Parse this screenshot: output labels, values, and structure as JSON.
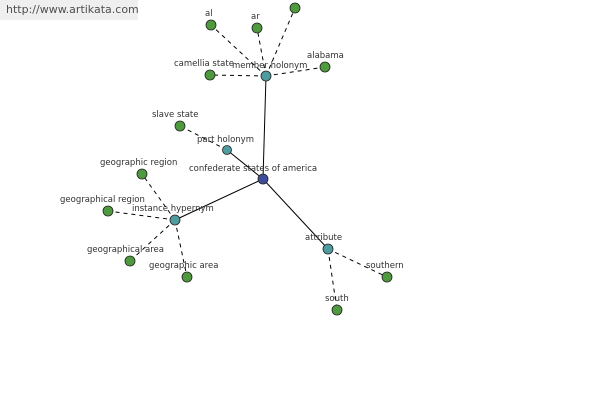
{
  "watermark": "http://www.artikata.com",
  "colors": {
    "leaf": "#4f9a3f",
    "relation": "#4f9c9e",
    "root": "#3d4d9a"
  },
  "nodes": [
    {
      "id": "root",
      "label": "confederate states of america",
      "kind": "root"
    },
    {
      "id": "member-holonym",
      "label": "member holonym",
      "kind": "relation"
    },
    {
      "id": "part-holonym",
      "label": "part holonym",
      "kind": "relation"
    },
    {
      "id": "instance-hypernym",
      "label": "instance hypernym",
      "kind": "relation"
    },
    {
      "id": "attribute",
      "label": "attribute",
      "kind": "relation"
    },
    {
      "id": "al",
      "label": "al",
      "kind": "leaf"
    },
    {
      "id": "ar",
      "label": "ar",
      "kind": "leaf"
    },
    {
      "id": "unlabeled",
      "label": "",
      "kind": "leaf"
    },
    {
      "id": "camellia-state",
      "label": "camellia state",
      "kind": "leaf"
    },
    {
      "id": "alabama",
      "label": "alabama",
      "kind": "leaf"
    },
    {
      "id": "slave-state",
      "label": "slave state",
      "kind": "leaf"
    },
    {
      "id": "geographic-region",
      "label": "geographic region",
      "kind": "leaf"
    },
    {
      "id": "geographical-region",
      "label": "geographical region",
      "kind": "leaf"
    },
    {
      "id": "geographical-area",
      "label": "geographical area",
      "kind": "leaf"
    },
    {
      "id": "geographic-area",
      "label": "geographic area",
      "kind": "leaf"
    },
    {
      "id": "southern",
      "label": "southern",
      "kind": "leaf"
    },
    {
      "id": "south",
      "label": "south",
      "kind": "leaf"
    }
  ],
  "edges": [
    {
      "from": "root",
      "to": "member-holonym",
      "style": "solid"
    },
    {
      "from": "root",
      "to": "part-holonym",
      "style": "solid"
    },
    {
      "from": "root",
      "to": "instance-hypernym",
      "style": "solid"
    },
    {
      "from": "root",
      "to": "attribute",
      "style": "solid"
    },
    {
      "from": "member-holonym",
      "to": "al",
      "style": "dashed"
    },
    {
      "from": "member-holonym",
      "to": "ar",
      "style": "dashed"
    },
    {
      "from": "member-holonym",
      "to": "unlabeled",
      "style": "dashed"
    },
    {
      "from": "member-holonym",
      "to": "camellia-state",
      "style": "dashed"
    },
    {
      "from": "member-holonym",
      "to": "alabama",
      "style": "dashed"
    },
    {
      "from": "part-holonym",
      "to": "slave-state",
      "style": "dashed"
    },
    {
      "from": "instance-hypernym",
      "to": "geographic-region",
      "style": "dashed"
    },
    {
      "from": "instance-hypernym",
      "to": "geographical-region",
      "style": "dashed"
    },
    {
      "from": "instance-hypernym",
      "to": "geographical-area",
      "style": "dashed"
    },
    {
      "from": "instance-hypernym",
      "to": "geographic-area",
      "style": "dashed"
    },
    {
      "from": "attribute",
      "to": "southern",
      "style": "dashed"
    },
    {
      "from": "attribute",
      "to": "south",
      "style": "dashed"
    }
  ]
}
